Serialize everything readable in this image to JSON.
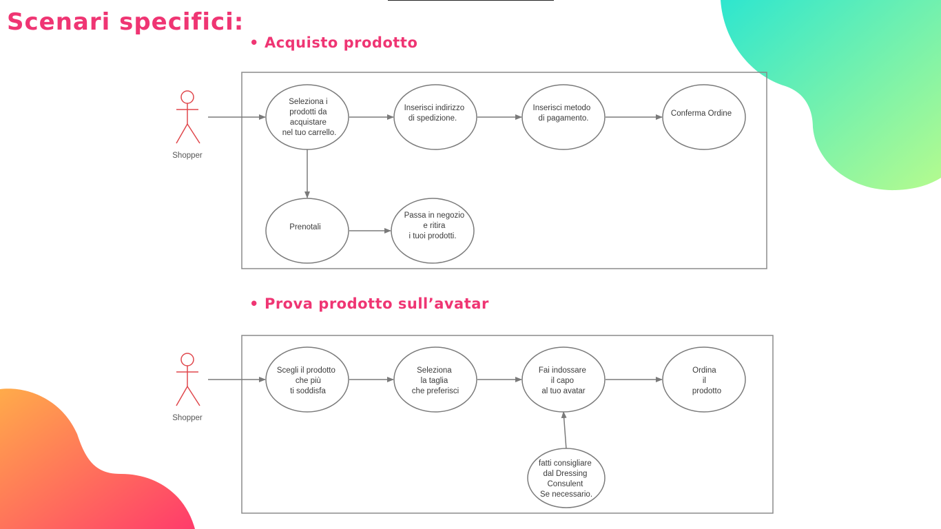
{
  "title": "Scenari specifici:",
  "colors": {
    "accent": "#ef3573",
    "actor": "#e0474c",
    "stroke": "#7a7a7a",
    "box_stroke": "#8a8a8a",
    "bullet": "•"
  },
  "sections": [
    {
      "heading": "Acquisto prodotto",
      "actor_label": "Shopper",
      "nodes": [
        {
          "id": "n1",
          "lines": [
            "Seleziona i",
            "prodotti da",
            "acquistare",
            "nel tuo carrello."
          ]
        },
        {
          "id": "n2",
          "lines": [
            "Inserisci indirizzo",
            "di spedizione."
          ]
        },
        {
          "id": "n3",
          "lines": [
            "Inserisci metodo",
            "di pagamento."
          ]
        },
        {
          "id": "n4",
          "lines": [
            "Conferma Ordine"
          ]
        },
        {
          "id": "n5",
          "lines": [
            "Prenotali"
          ]
        },
        {
          "id": "n6",
          "lines": [
            "Passa in negozio",
            "e ritira",
            "i tuoi prodotti."
          ]
        }
      ]
    },
    {
      "heading": "Prova prodotto sull’avatar",
      "actor_label": "Shopper",
      "nodes": [
        {
          "id": "m1",
          "lines": [
            "Scegli il prodotto",
            "che più",
            "ti soddisfa"
          ]
        },
        {
          "id": "m2",
          "lines": [
            "Seleziona",
            "la taglia",
            "che preferisci"
          ]
        },
        {
          "id": "m3",
          "lines": [
            "Fai indossare",
            "il capo",
            "al tuo avatar"
          ]
        },
        {
          "id": "m4",
          "lines": [
            "Ordina",
            "il",
            "prodotto"
          ]
        },
        {
          "id": "m5",
          "lines": [
            "fatti consigliare",
            "dal Dressing",
            "Consulent",
            "Se necessario."
          ]
        }
      ]
    }
  ]
}
